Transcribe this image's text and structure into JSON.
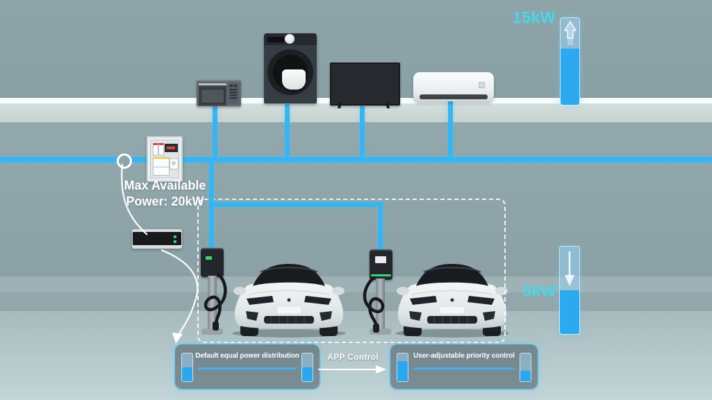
{
  "supply": {
    "label_line1": "Max Available",
    "label_line2": "Power: 20kW"
  },
  "home_gauge": {
    "label": "15kW",
    "direction": "up",
    "fill_pct": 65
  },
  "ev_gauge": {
    "label": "5kW",
    "direction": "down",
    "fill_pct": 50
  },
  "appliances": [
    {
      "name": "microwave"
    },
    {
      "name": "washing-machine"
    },
    {
      "name": "television"
    },
    {
      "name": "air-conditioner"
    }
  ],
  "chargers": [
    {
      "name": "ev-charger-left"
    },
    {
      "name": "ev-charger-right"
    }
  ],
  "modes": {
    "default": {
      "label": "Default equal power distribution",
      "left_gauge_pct": 50,
      "right_gauge_pct": 50
    },
    "transition_label": "APP Control",
    "adjustable": {
      "label": "User-adjustable priority control",
      "left_gauge_pct": 72,
      "right_gauge_pct": 38
    }
  },
  "colors": {
    "power_line": "#38b5f1",
    "gauge_fill": "#2da9f0",
    "label_cyan": "#45d8ee"
  }
}
